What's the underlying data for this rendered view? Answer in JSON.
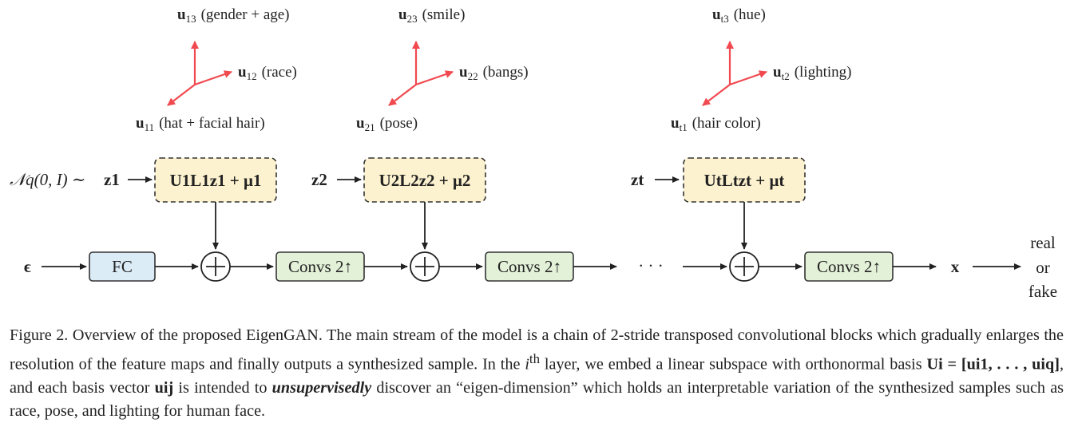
{
  "axes": [
    {
      "u3": {
        "sym": "u",
        "sub": "13",
        "desc": "(gender + age)"
      },
      "u2": {
        "sym": "u",
        "sub": "12",
        "desc": "(race)"
      },
      "u1": {
        "sym": "u",
        "sub": "11",
        "desc": "(hat + facial hair)"
      }
    },
    {
      "u3": {
        "sym": "u",
        "sub": "23",
        "desc": "(smile)"
      },
      "u2": {
        "sym": "u",
        "sub": "22",
        "desc": "(bangs)"
      },
      "u1": {
        "sym": "u",
        "sub": "21",
        "desc": "(pose)"
      }
    },
    {
      "u3": {
        "sym": "u",
        "sub": "t3",
        "desc": "(hue)"
      },
      "u2": {
        "sym": "u",
        "sub": "t2",
        "desc": "(lighting)"
      },
      "u1": {
        "sym": "u",
        "sub": "t1",
        "desc": "(hair color)"
      }
    }
  ],
  "prior": "𝒩q(0, I) ∼",
  "inputs": {
    "z1": "z1",
    "z2": "z2",
    "zt": "zt",
    "eps": "ϵ"
  },
  "subspace_boxes": [
    "U1L1z1 + μ1",
    "U2L2z2 + μ2",
    "UtLtzt + μt"
  ],
  "fc_label": "FC",
  "conv_label": "Convs 2↑",
  "ellipsis": "· · ·",
  "output_x": "x",
  "output_rf": [
    "real",
    "or",
    "fake"
  ],
  "colors": {
    "axis_red": "#f0494f",
    "subspace_fill": "#fdf2cf",
    "fc_fill": "#dcecf7",
    "conv_fill": "#e3f1d8"
  },
  "caption": {
    "figure": "Figure 2.",
    "text_1": "Overview of the proposed EigenGAN. The main stream of the model is a chain of 2-stride transposed convolutional blocks which gradually enlarges the resolution of the feature maps and finally outputs a synthesized sample. In the",
    "ith": "i",
    "th": "th",
    "text_2": "layer, we embed a linear subspace with orthonormal basis",
    "basis": "Ui = [ui1, . . . , uiq]",
    "text_3": ", and each basis vector",
    "uij": "uij",
    "text_4": "is intended to",
    "emph": "unsupervisedly",
    "text_5": "discover an “eigen-dimension” which holds an interpretable variation of the synthesized samples such as race, pose, and lighting for human face."
  }
}
